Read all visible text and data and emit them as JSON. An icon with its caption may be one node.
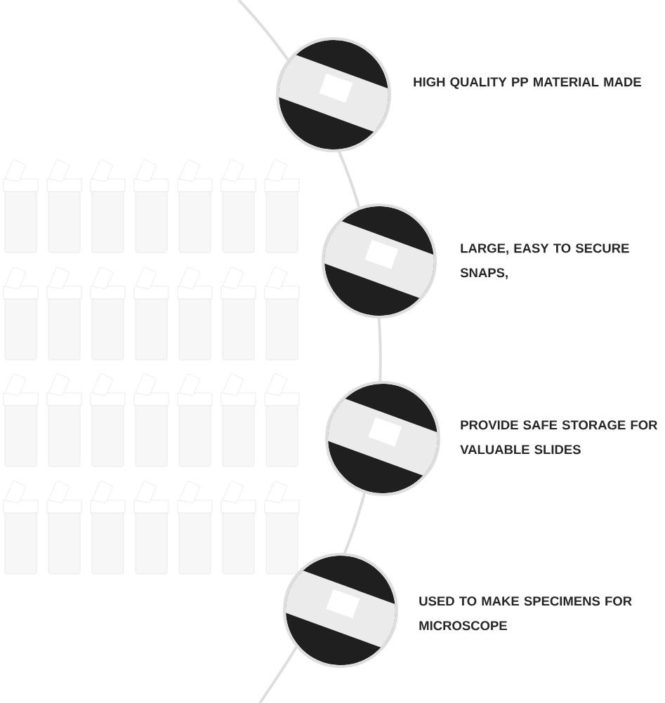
{
  "diagram": {
    "labels": [
      "HIGH QUALITY PP MATERIAL MADE",
      "LARGE, EASY TO SECURE SNAPS,",
      "PROVIDE SAFE STORAGE FOR VALUABLE SLIDES",
      "USED TO MAKE SPECIMENS FOR MICROSCOPE"
    ]
  }
}
